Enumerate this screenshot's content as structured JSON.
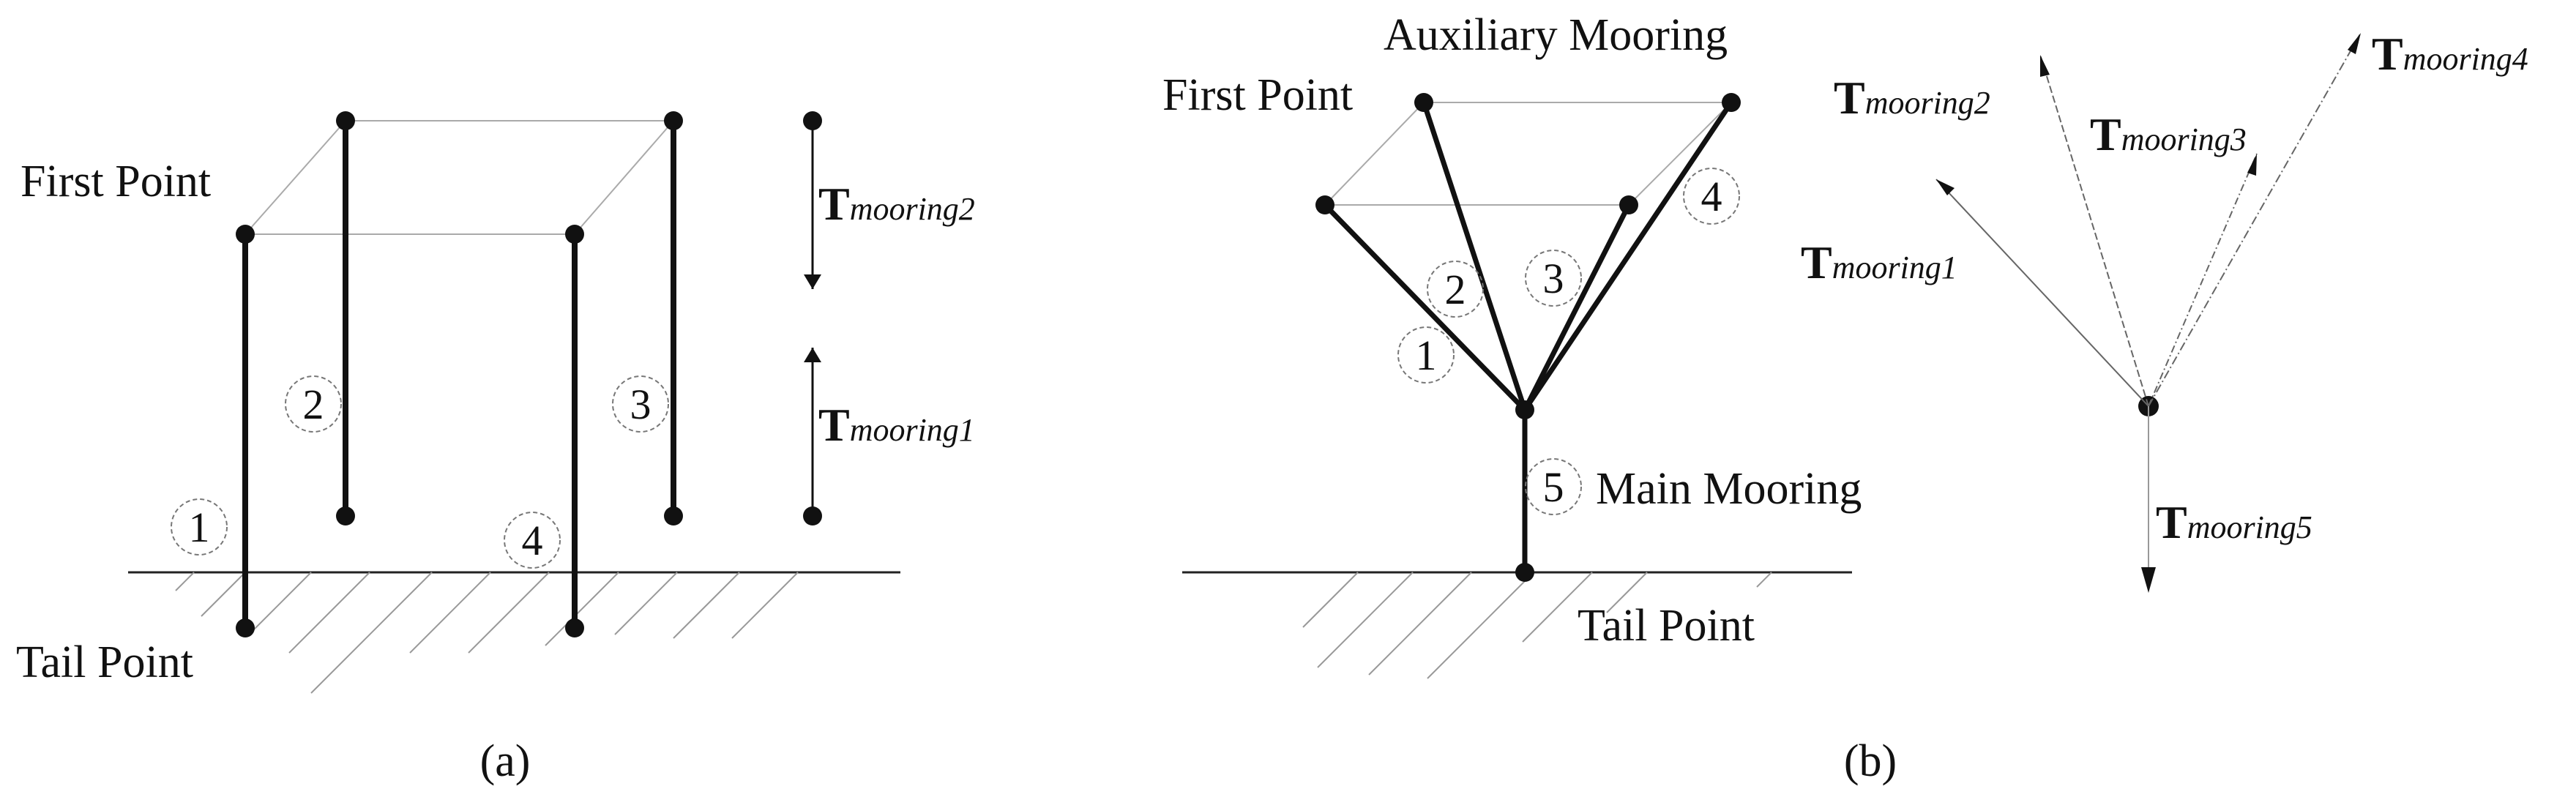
{
  "panel_a": {
    "caption": "(a)",
    "first_point": "First Point",
    "tail_point": "Tail Point",
    "line_numbers": [
      "1",
      "2",
      "3",
      "4"
    ],
    "forces": [
      {
        "letter": "T",
        "subscript": "mooring2"
      },
      {
        "letter": "T",
        "subscript": "mooring1"
      }
    ]
  },
  "panel_b": {
    "caption": "(b)",
    "auxiliary_mooring": "Auxiliary Mooring",
    "first_point": "First Point",
    "main_mooring": "Main Mooring",
    "tail_point": "Tail Point",
    "line_numbers": [
      "1",
      "2",
      "3",
      "4",
      "5"
    ],
    "forces": [
      {
        "letter": "T",
        "subscript": "mooring2"
      },
      {
        "letter": "T",
        "subscript": "mooring3"
      },
      {
        "letter": "T",
        "subscript": "mooring4"
      },
      {
        "letter": "T",
        "subscript": "mooring1"
      },
      {
        "letter": "T",
        "subscript": "mooring5"
      }
    ]
  }
}
